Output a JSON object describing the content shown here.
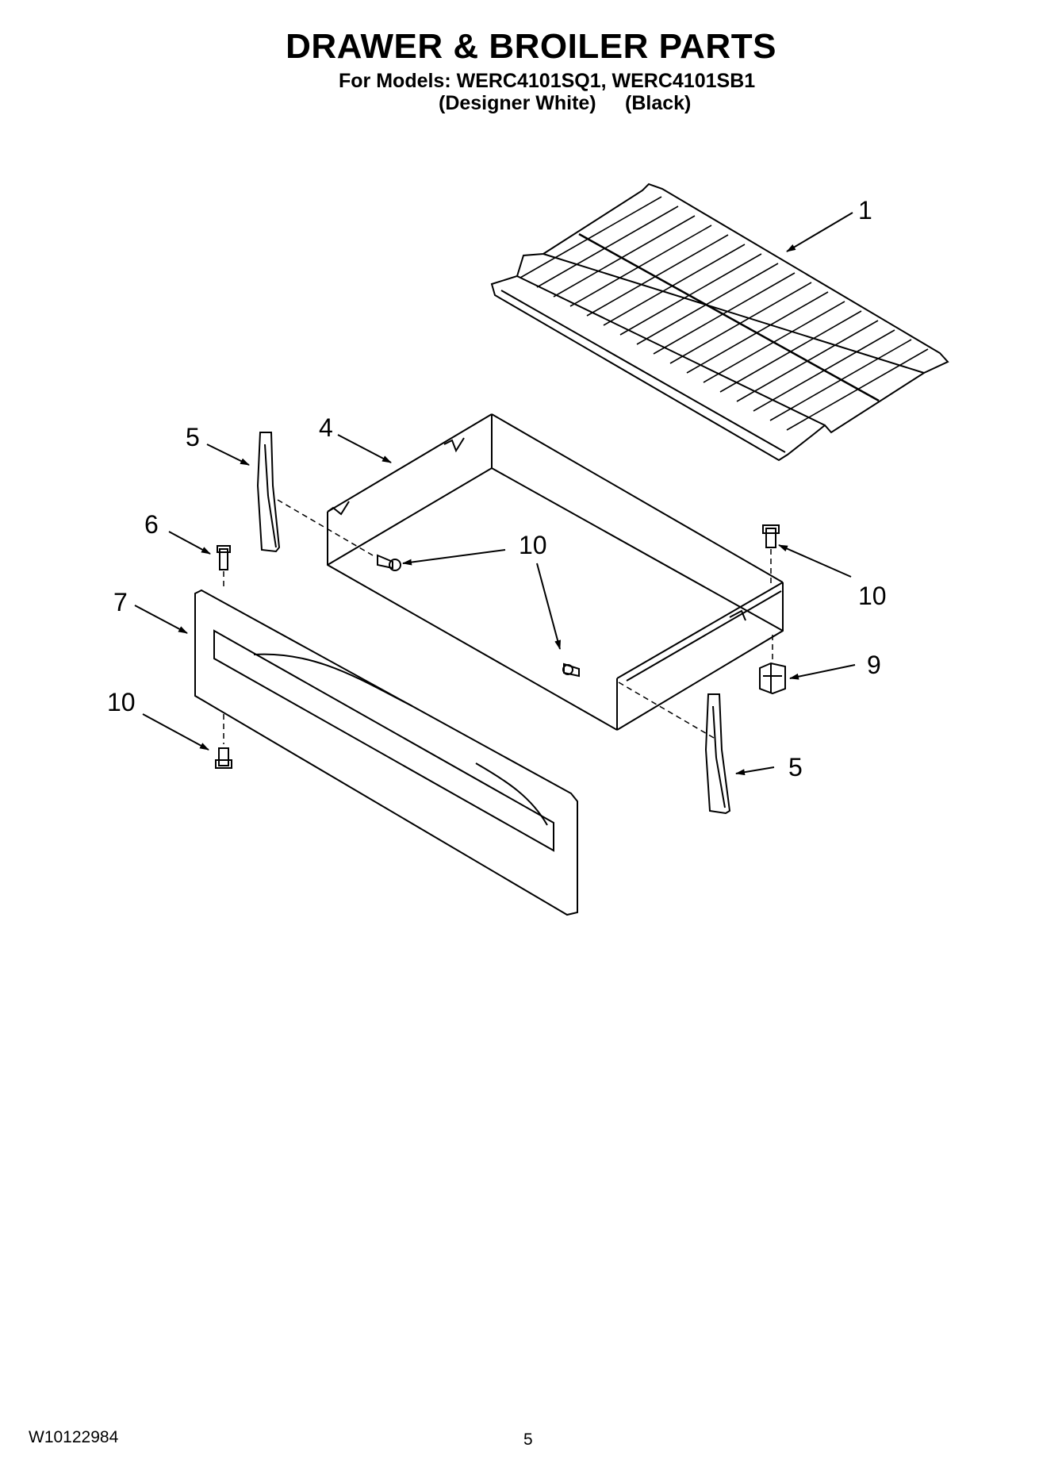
{
  "header": {
    "title": "DRAWER & BROILER PARTS",
    "models_line": "For Models: WERC4101SQ1, WERC4101SB1",
    "variant_a": "(Designer White)",
    "variant_b": "(Black)"
  },
  "callouts": {
    "c1": "1",
    "c4": "4",
    "c5_top": "5",
    "c5_bottom": "5",
    "c6": "6",
    "c7": "7",
    "c9": "9",
    "c10_center": "10",
    "c10_right": "10",
    "c10_left": "10"
  },
  "footer": {
    "doc_number": "W10122984",
    "page_number": "5"
  }
}
